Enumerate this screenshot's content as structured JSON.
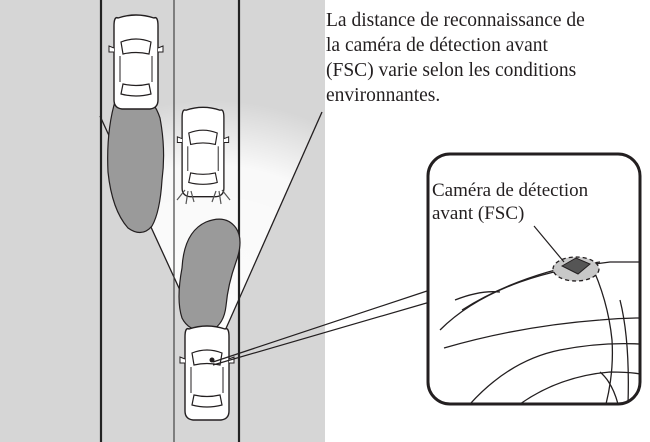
{
  "description": {
    "lines": [
      "La distance de reconnaissance de",
      "la caméra de détection avant",
      "(FSC) varie selon les conditions",
      "environnantes."
    ]
  },
  "callout": {
    "lines": [
      "Caméra de détection",
      "avant (FSC)"
    ]
  },
  "colors": {
    "road": "#d6d6d6",
    "shadow": "#9a9a9a",
    "lane_line": "#222222",
    "outline": "#231f20"
  }
}
